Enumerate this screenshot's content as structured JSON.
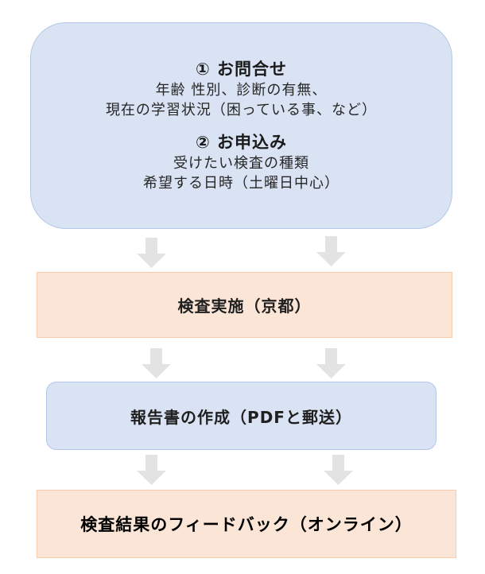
{
  "flow": {
    "step1": {
      "sections": [
        {
          "heading": "① お問合せ",
          "lines": [
            "年齢 性別、診断の有無、",
            "現在の学習状況（困っている事、など）"
          ]
        },
        {
          "heading": "② お申込み",
          "lines": [
            "受けたい検査の種類",
            "希望する日時（土曜日中心）"
          ]
        }
      ]
    },
    "step2": {
      "title": "検査実施（京都）"
    },
    "step3": {
      "title": "報告書の作成（PDFと郵送）"
    },
    "step4": {
      "title": "検査結果のフィードバック（オンライン）"
    },
    "arrow_icon": "down-arrow",
    "colors": {
      "blue_fill": "#dae3f3",
      "blue_border": "#b4c7e7",
      "orange_fill": "#fbe5d6",
      "orange_border": "#f8cbad",
      "arrow": "#e3e3e3"
    }
  }
}
